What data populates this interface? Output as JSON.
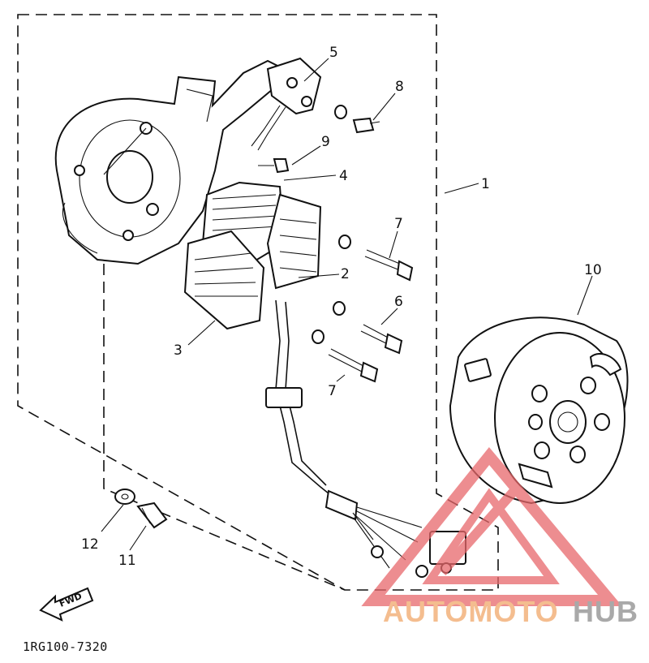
{
  "diagram": {
    "callouts": [
      {
        "id": "c1",
        "label": "1"
      },
      {
        "id": "c2",
        "label": "2"
      },
      {
        "id": "c3",
        "label": "3"
      },
      {
        "id": "c4",
        "label": "4"
      },
      {
        "id": "c5",
        "label": "5"
      },
      {
        "id": "c6",
        "label": "6"
      },
      {
        "id": "c7a",
        "label": "7"
      },
      {
        "id": "c7b",
        "label": "7"
      },
      {
        "id": "c8",
        "label": "8"
      },
      {
        "id": "c9",
        "label": "9"
      },
      {
        "id": "c10",
        "label": "10"
      },
      {
        "id": "c11",
        "label": "11"
      },
      {
        "id": "c12",
        "label": "12"
      }
    ],
    "direction_label": "FWD",
    "diagram_code": "1RG100-7320"
  },
  "watermark": {
    "part_a": "AUTOMOTO",
    "part_b": "HUB",
    "color_a": "#f4bd8f",
    "color_b": "#a9a9a9",
    "logo_color": "#e8686b"
  }
}
